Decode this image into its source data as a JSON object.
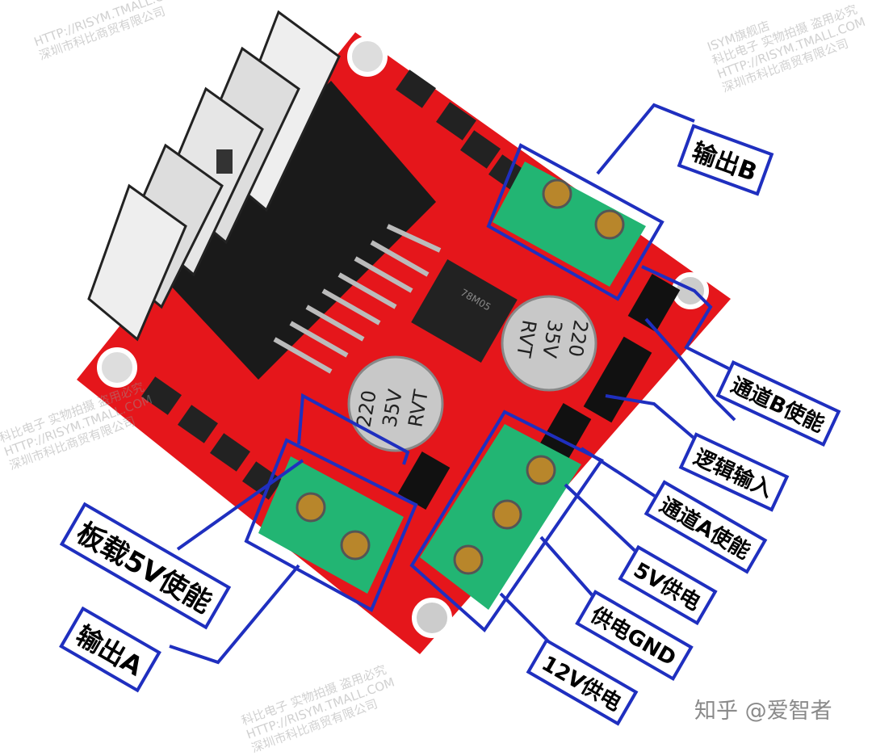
{
  "labels": {
    "output_b": "输出B",
    "channel_b_enable": "通道B使能",
    "logic_input": "逻辑输入",
    "channel_a_enable": "通道A使能",
    "power_5v": "5V供电",
    "power_gnd": "供电GND",
    "power_12v": "12V供电",
    "onboard_5v_enable": "板载5V使能",
    "output_a": "输出A"
  },
  "components": {
    "capacitor_text": [
      "220",
      "35V",
      "RVT"
    ],
    "regulator_text": "78M05"
  },
  "watermark": {
    "line1": "ISYM旗舰店",
    "line2": "科比电子 实物拍摄 盗用必究",
    "line3": "HTTP://RISYM.TMALL.COM",
    "line4": "深圳市科比商贸有限公司"
  },
  "credit": "知乎 @爱智者",
  "colors": {
    "board": "#e5161b",
    "terminal": "#22b573",
    "annotation": "#1f2fbf",
    "heatsink": "#1a1a1a"
  }
}
